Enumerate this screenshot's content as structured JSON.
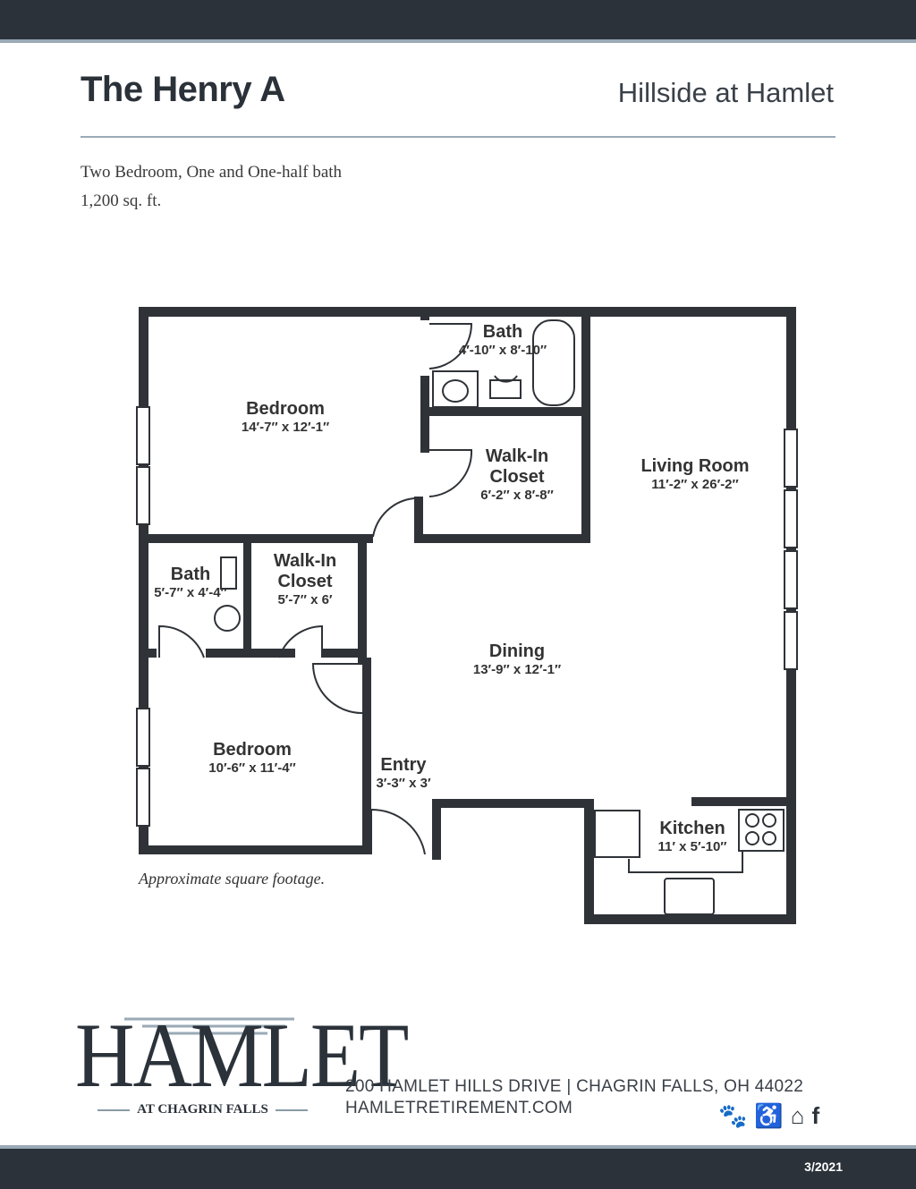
{
  "header": {
    "title": "The Henry A",
    "community": "Hillside at Hamlet"
  },
  "summary": {
    "layout": "Two Bedroom, One and One-half bath",
    "area": "1,200 sq. ft."
  },
  "rooms": [
    {
      "name": "Bedroom",
      "dims": "14′-7″ x 12′-1″"
    },
    {
      "name": "Bath",
      "dims": "4′-10″ x 8′-10″"
    },
    {
      "name": "Walk-In Closet",
      "dims": "6′-2″ x 8′-8″"
    },
    {
      "name": "Living Room",
      "dims": "11′-2″ x 26′-2″"
    },
    {
      "name": "Bath",
      "dims": "5′-7″ x 4′-4″"
    },
    {
      "name": "Walk-In Closet",
      "dims": "5′-7″ x 6′"
    },
    {
      "name": "Dining",
      "dims": "13′-9″ x 12′-1″"
    },
    {
      "name": "Bedroom",
      "dims": "10′-6″ x 11′-4″"
    },
    {
      "name": "Entry",
      "dims": "3′-3″ x 3′"
    },
    {
      "name": "Kitchen",
      "dims": "11′ x 5′-10″"
    }
  ],
  "note": "Approximate square footage.",
  "footer": {
    "logo_text": "HAMLET",
    "logo_sub": "AT CHAGRIN FALLS",
    "address": "200 HAMLET HILLS DRIVE  |  CHAGRIN FALLS, OH 44022",
    "website": "HAMLETRETIREMENT.COM",
    "icons": [
      "pet-friendly-icon",
      "accessible-icon",
      "equal-housing-icon",
      "facebook-icon"
    ],
    "date": "3/2021"
  },
  "colors": {
    "dark": "#2b323a",
    "accent": "#9aaab6"
  }
}
